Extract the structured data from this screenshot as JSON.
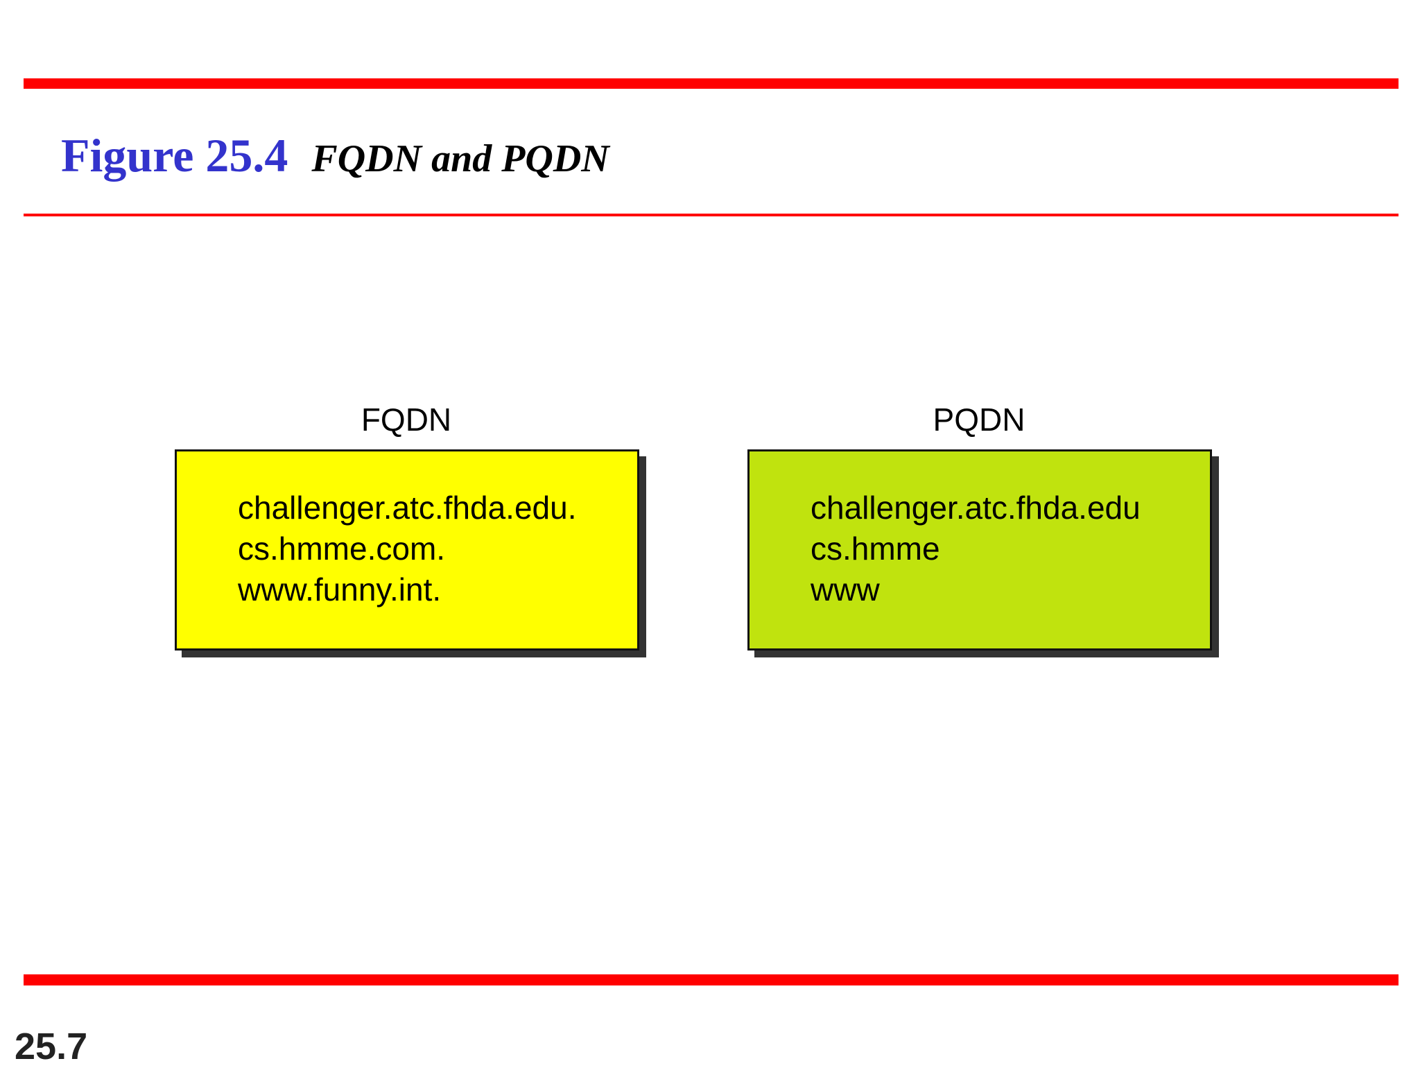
{
  "title": {
    "figure": "Figure 25.4",
    "caption": "FQDN and PQDN"
  },
  "colors": {
    "rule": "#ff0000",
    "figure_number": "#3333cc",
    "fqdn_box": "#ffff00",
    "pqdn_box": "#c0e30e"
  },
  "fqdn": {
    "label": "FQDN",
    "names": [
      "challenger.atc.fhda.edu.",
      "cs.hmme.com.",
      "www.funny.int."
    ]
  },
  "pqdn": {
    "label": "PQDN",
    "names": [
      "challenger.atc.fhda.edu",
      "cs.hmme",
      "www"
    ]
  },
  "page_number": "25.7"
}
